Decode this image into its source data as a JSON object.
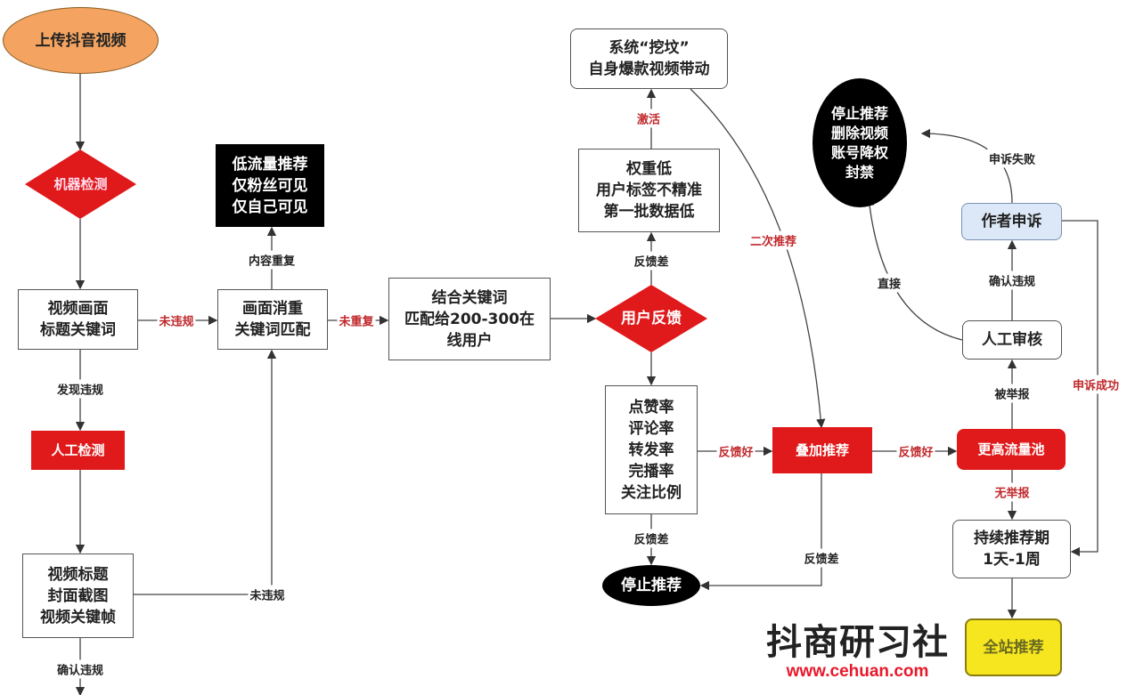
{
  "nodes": {
    "upload": "上传抖音视频",
    "machine_check": "机器检测",
    "frame_title": "视频画面\n标题关键词",
    "dedupe": "画面消重\n关键词匹配",
    "low_traffic": "低流量推荐\n仅粉丝可见\n仅自己可见",
    "match_users": "结合关键词\n匹配给200-300在\n线用户",
    "user_feedback": "用户反馈",
    "low_weight": "权重低\n用户标签不精准\n第一批数据低",
    "dig_grave": "系统“挖坟”\n自身爆款视频带动",
    "metrics": "点赞率\n评论率\n转发率\n完播率\n关注比例",
    "stop_recommend": "停止推荐",
    "stack_recommend": "叠加推荐",
    "higher_pool": "更高流量池",
    "continued": "持续推荐期\n1天-1周",
    "manual_review": "人工审核",
    "author_appeal": "作者申诉",
    "ban": "停止推荐\n删除视频\n账号降权\n封禁",
    "manual_check": "人工检测",
    "title_cover": "视频标题\n封面截图\n视频关键帧",
    "site_wide": "全站推荐"
  },
  "labels": {
    "no_violation_1": "未违规",
    "dup_content": "内容重复",
    "not_dup": "未重复",
    "feedback_bad_1": "反馈差",
    "activate": "激活",
    "second_rec": "二次推荐",
    "feedback_good_1": "反馈好",
    "feedback_good_2": "反馈好",
    "no_report": "无举报",
    "reported": "被举报",
    "confirm_violation_1": "确认违规",
    "appeal_fail": "申诉失败",
    "direct": "直接",
    "appeal_success": "申诉成功",
    "feedback_bad_2": "反馈差",
    "feedback_bad_3": "反馈差",
    "found_violation": "发现违规",
    "no_violation_2": "未违规",
    "confirm_violation_2": "确认违规"
  },
  "watermark": {
    "name": "抖商研习社",
    "url": "www.cehuan.com"
  },
  "colors": {
    "red": "#e0191b",
    "orange": "#f4a460",
    "blue": "#dce8f7",
    "yellow": "#f5e620"
  }
}
